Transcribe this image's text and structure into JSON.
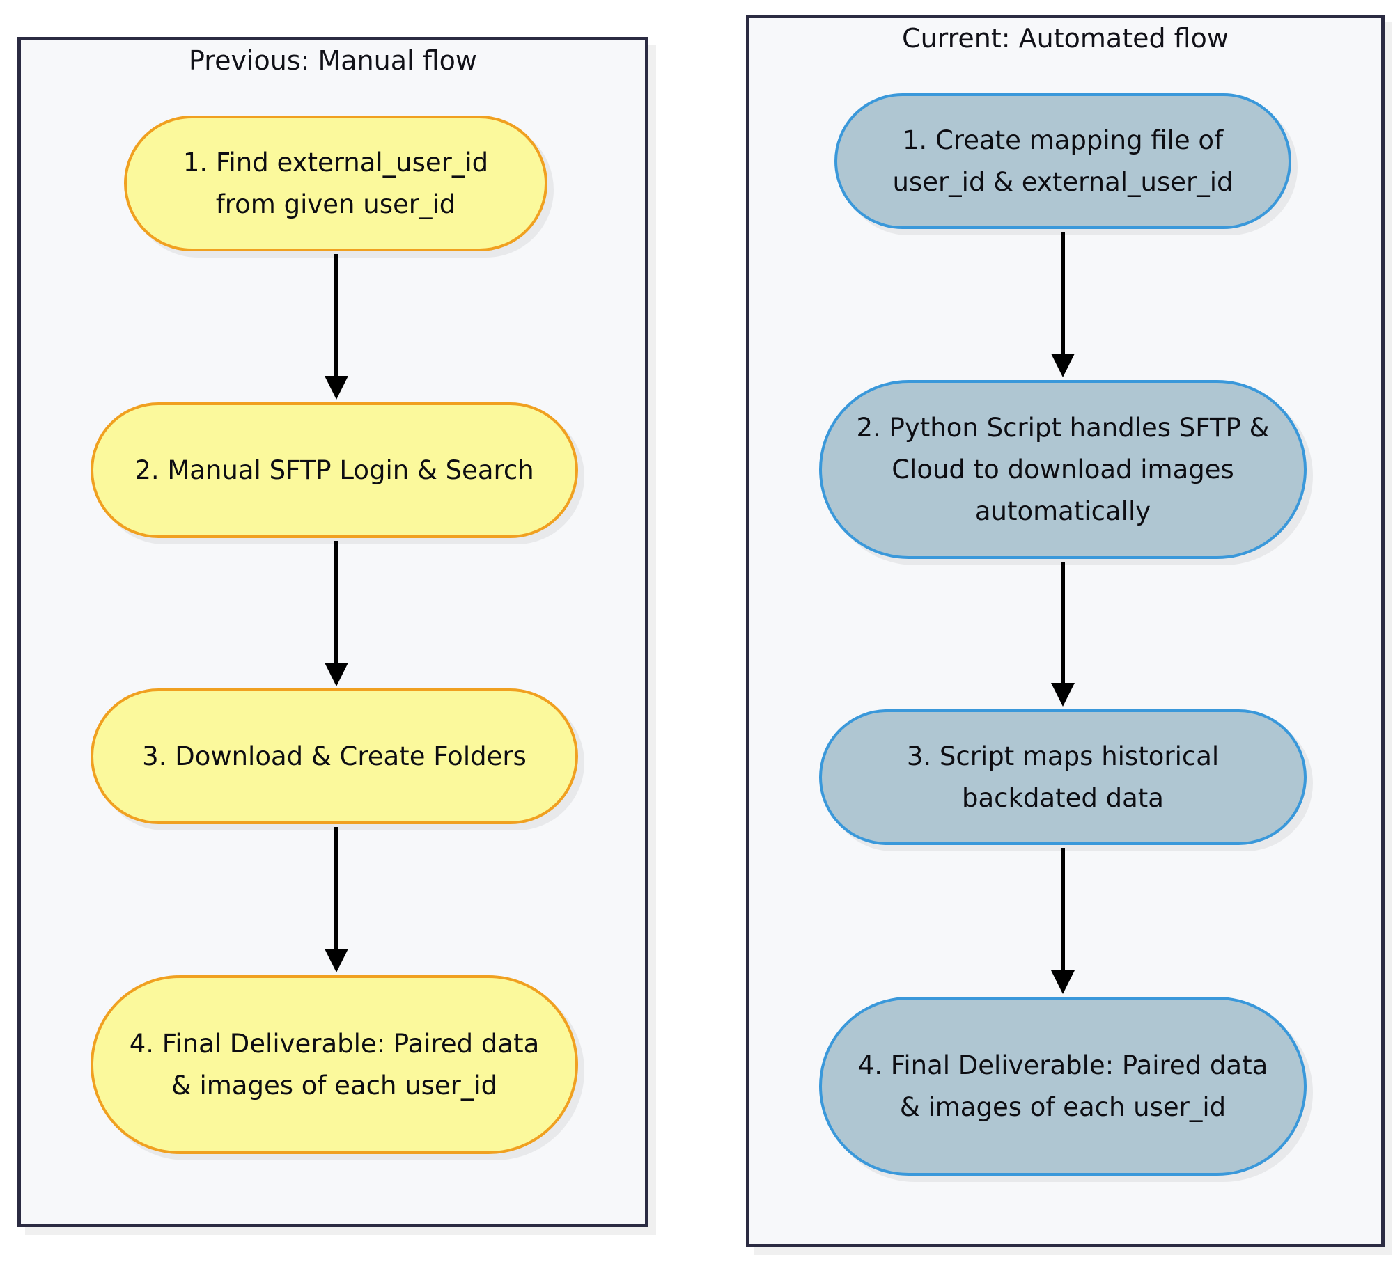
{
  "diagram": {
    "type": "flowchart",
    "orientation": "top-to-bottom",
    "panels": [
      {
        "id": "previous",
        "title": "Previous: Manual flow",
        "accent_fill": "#fbf89e",
        "accent_border": "#f0a014",
        "nodes": [
          {
            "id": "p1",
            "label": "1. Find external_user_id from given user_id"
          },
          {
            "id": "p2",
            "label": "2. Manual SFTP Login & Search"
          },
          {
            "id": "p3",
            "label": "3. Download & Create Folders"
          },
          {
            "id": "p4",
            "label": "4. Final Deliverable: Paired data & images of each user_id"
          }
        ],
        "edges": [
          {
            "from": "p1",
            "to": "p2"
          },
          {
            "from": "p2",
            "to": "p3"
          },
          {
            "from": "p3",
            "to": "p4"
          }
        ]
      },
      {
        "id": "current",
        "title": "Current: Automated flow",
        "accent_fill": "#b2c7d2",
        "accent_border": "#2f98dd",
        "nodes": [
          {
            "id": "c1",
            "label": "1. Create mapping file of user_id & external_user_id"
          },
          {
            "id": "c2",
            "label": "2. Python Script handles SFTP & Cloud to download images automatically"
          },
          {
            "id": "c3",
            "label": "3. Script maps historical backdated data"
          },
          {
            "id": "c4",
            "label": "4. Final Deliverable: Paired data & images of each user_id"
          }
        ],
        "edges": [
          {
            "from": "c1",
            "to": "c2"
          },
          {
            "from": "c2",
            "to": "c3"
          },
          {
            "from": "c3",
            "to": "c4"
          }
        ]
      }
    ],
    "colors": {
      "panel_background": "#f6f7fb",
      "panel_border": "#2b2b42",
      "canvas_background": "#ffffff",
      "edge": "#000000",
      "text": "#0d0d12"
    }
  }
}
